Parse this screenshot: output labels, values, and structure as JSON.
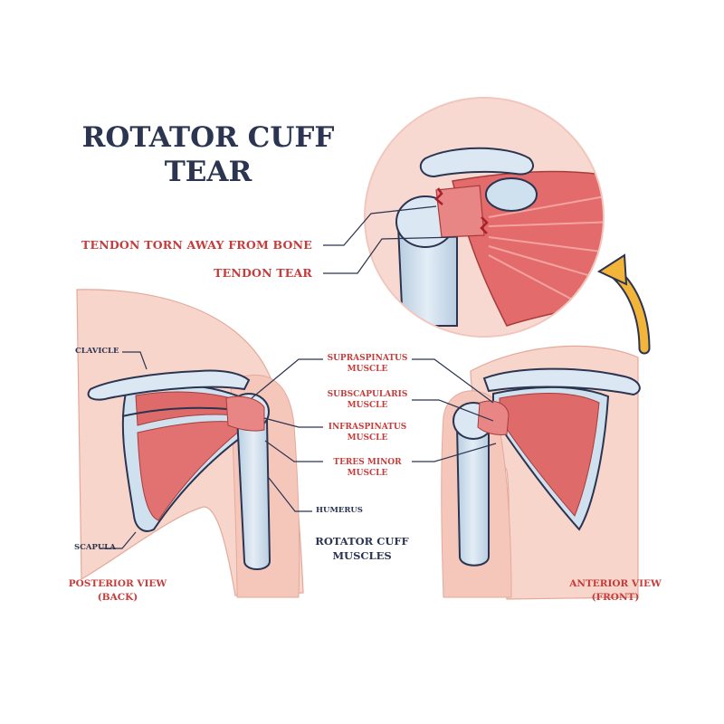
{
  "title": {
    "line1": "ROTATOR CUFF",
    "line2": "TEAR"
  },
  "callouts": {
    "tendon_torn": "TENDON TORN AWAY FROM BONE",
    "tendon_tear": "TENDON TEAR"
  },
  "muscles": {
    "supraspinatus": {
      "line1": "SUPRASPINATUS",
      "line2": "MUSCLE"
    },
    "subscapularis": {
      "line1": "SUBSCAPULARIS",
      "line2": "MUSCLE"
    },
    "infraspinatus": {
      "line1": "INFRASPINATUS",
      "line2": "MUSCLE"
    },
    "teres_minor": {
      "line1": "TERES MINOR",
      "line2": "MUSCLE"
    }
  },
  "bones": {
    "clavicle": "CLAVICLE",
    "scapula": "SCAPULA",
    "humerus": "HUMERUS"
  },
  "group_label": {
    "line1": "ROTATOR CUFF",
    "line2": "MUSCLES"
  },
  "views": {
    "posterior": {
      "line1": "POSTERIOR VIEW",
      "line2": "(BACK)"
    },
    "anterior": {
      "line1": "ANTERIOR VIEW",
      "line2": "(FRONT)"
    }
  },
  "colors": {
    "navy": "#2b3450",
    "label_red": "#c63c3b",
    "skin": "#f7d3c9",
    "bone": "#cfe0ee",
    "muscle": "#de6a6a",
    "arrow": "#f2b53a"
  },
  "icons": {
    "arrow": "curved-arrow-icon"
  }
}
